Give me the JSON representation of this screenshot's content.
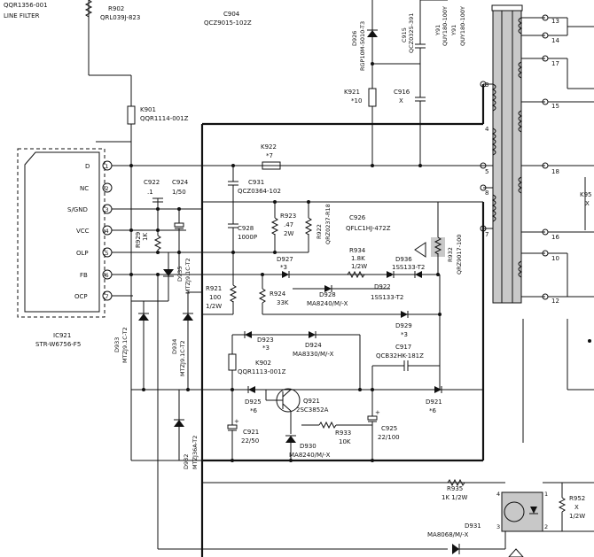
{
  "components": {
    "qqr1356": "QQR1356-001",
    "line_filter": "LINE FILTER",
    "r902": "R902",
    "r902_part": "QRL039J-823",
    "c904": "C904",
    "c904_part": "QCZ9015-102Z",
    "d926": "D926",
    "d926_part": "RGP10M-5010-T3",
    "c915": "C915",
    "c915_part": "QCZ0325-391",
    "k901": "K901",
    "k901_part": "QQR1114-001Z",
    "k921": "K921",
    "k921_val": "*10",
    "c916": "C916",
    "c916_val": "X",
    "k922": "K922",
    "k922_val": "*7",
    "c931": "C931",
    "c931_part": "QCZ0364-102",
    "c922": "C922",
    "c922_val": ".1",
    "c924": "C924",
    "c924_val": "1/50",
    "r923": "R923",
    "r923_val": ".47",
    "r923_w": "2W",
    "r922": "R922",
    "r922_part": "QRZ0237-R18",
    "c926": "C926",
    "c926_part": "QFLC1HJ-472Z",
    "c928": "C928",
    "c928_val": "1000P",
    "r932": "R932",
    "r932_part": "QRZ9017-100",
    "r929": "R929",
    "r929_val": "1K",
    "d935": "D935",
    "d935_part": "MTZJ9.1C-T2",
    "d927": "D927",
    "d927_val": "*3",
    "r934": "R934",
    "r934_val": "1.8K",
    "r934_w": "1/2W",
    "d936": "D936",
    "d936_part": "1SS133-T2",
    "r921": "R921",
    "r921_val": "100",
    "r921_w": "1/2W",
    "r924": "R924",
    "r924_val": "33K",
    "d928": "D928",
    "d928_part": "MA8240/M/-X",
    "d922": "D922",
    "d922_part": "1SS133-T2",
    "d929": "D929",
    "d929_val": "*3",
    "d933": "D933",
    "d933_part": "MTZJ9.1C-T2",
    "d934": "D934",
    "d934_part": "MTZJ9.1C-T2",
    "d923": "D923",
    "d923_val": "*3",
    "d924": "D924",
    "d924_part": "MA8330/M/-X",
    "c917": "C917",
    "c917_part": "QCB32HK-181Z",
    "k902": "K902",
    "k902_part": "QQR1113-001Z",
    "d925": "D925",
    "d925_val": "*6",
    "q921": "Q921",
    "q921_part": "2SC3852A",
    "d921": "D921",
    "d921_val": "*6",
    "c921": "C921",
    "c921_val": "22/50",
    "r933": "R933",
    "r933_val": "10K",
    "c925": "C925",
    "c925_val": "22/100",
    "d932": "D932",
    "d932_part": "MTZJ36A-T2",
    "d930": "D930",
    "d930_part": "MA8240/M/-X",
    "r935": "R935",
    "r935_val": "1K  1/2W",
    "r952": "R952",
    "r952_val": "X",
    "r952_w": "1/2W",
    "k95x": "K95",
    "k95x_val": "X",
    "d931": "D931",
    "d931_part": "MA8068/M/-X",
    "y91_a": "Y91",
    "y91_a_part": "QUY180-100Y",
    "y91_b": "Y91",
    "y91_b_part": "QUY180-100Y"
  },
  "ic921": {
    "ref": "IC921",
    "part": "STR-W6756-F5",
    "pins": [
      {
        "num": "1",
        "name": "D"
      },
      {
        "num": "2",
        "name": "NC"
      },
      {
        "num": "3",
        "name": "S/GND"
      },
      {
        "num": "4",
        "name": "VCC"
      },
      {
        "num": "5",
        "name": "OLP"
      },
      {
        "num": "6",
        "name": "FB"
      },
      {
        "num": "7",
        "name": "OCP"
      }
    ]
  },
  "transformer": {
    "left_pins": [
      "3",
      "4",
      "5",
      "7",
      "8"
    ],
    "right_pins": [
      "13",
      "14",
      "17",
      "15",
      "18",
      "16",
      "10",
      "12"
    ]
  },
  "optocoupler": {
    "pins": [
      "4",
      "3",
      "1",
      "2"
    ]
  }
}
